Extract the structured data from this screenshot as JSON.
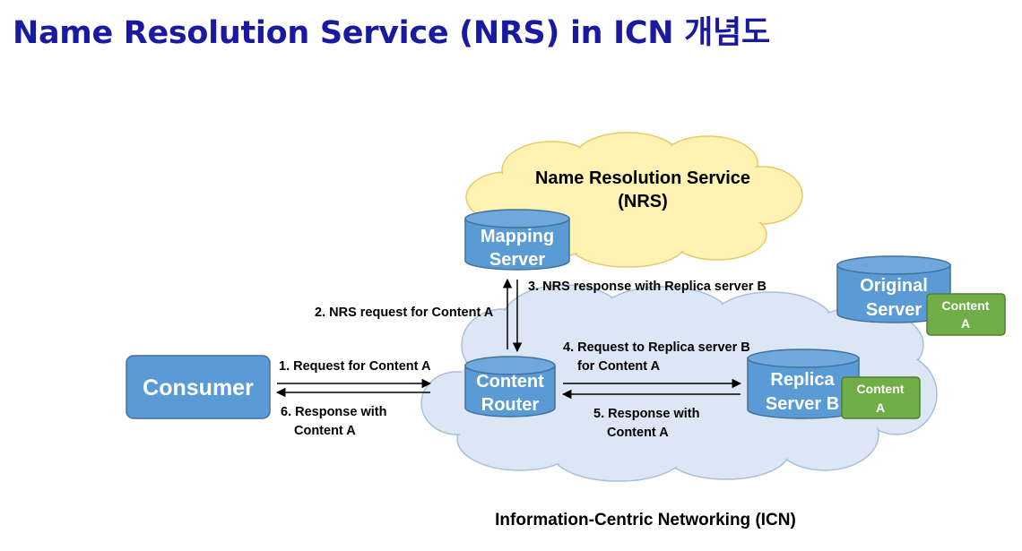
{
  "title": "Name Resolution Service (NRS) in ICN 개념도",
  "colors": {
    "title": "#1a1aa0",
    "cylinder_fill": "#5b9bd5",
    "cylinder_stroke": "#41719c",
    "nrs_cloud": "#fff2b3",
    "icn_cloud": "#dce6f5",
    "content_box": "#70ad47"
  },
  "nrs_cloud": {
    "line1": "Name Resolution Service",
    "line2": "(NRS)"
  },
  "icn_label": "Information-Centric Networking (ICN)",
  "nodes": {
    "consumer": "Consumer",
    "mapping_server": {
      "line1": "Mapping",
      "line2": "Server"
    },
    "content_router": {
      "line1": "Content",
      "line2": "Router"
    },
    "replica_server": {
      "line1": "Replica",
      "line2": "Server B"
    },
    "original_server": {
      "line1": "Original",
      "line2": "Server"
    }
  },
  "content_boxes": {
    "original": {
      "line1": "Content",
      "line2": "A"
    },
    "replica": {
      "line1": "Content",
      "line2": "A"
    }
  },
  "steps": {
    "s1": "1. Request for Content A",
    "s2": "2. NRS request for Content A",
    "s3": "3. NRS response with Replica server B",
    "s4_line1": "4. Request to Replica server B",
    "s4_line2": "for Content A",
    "s5_line1": "5. Response with",
    "s5_line2": "Content A",
    "s6_line1": "6. Response with",
    "s6_line2": "Content A"
  }
}
